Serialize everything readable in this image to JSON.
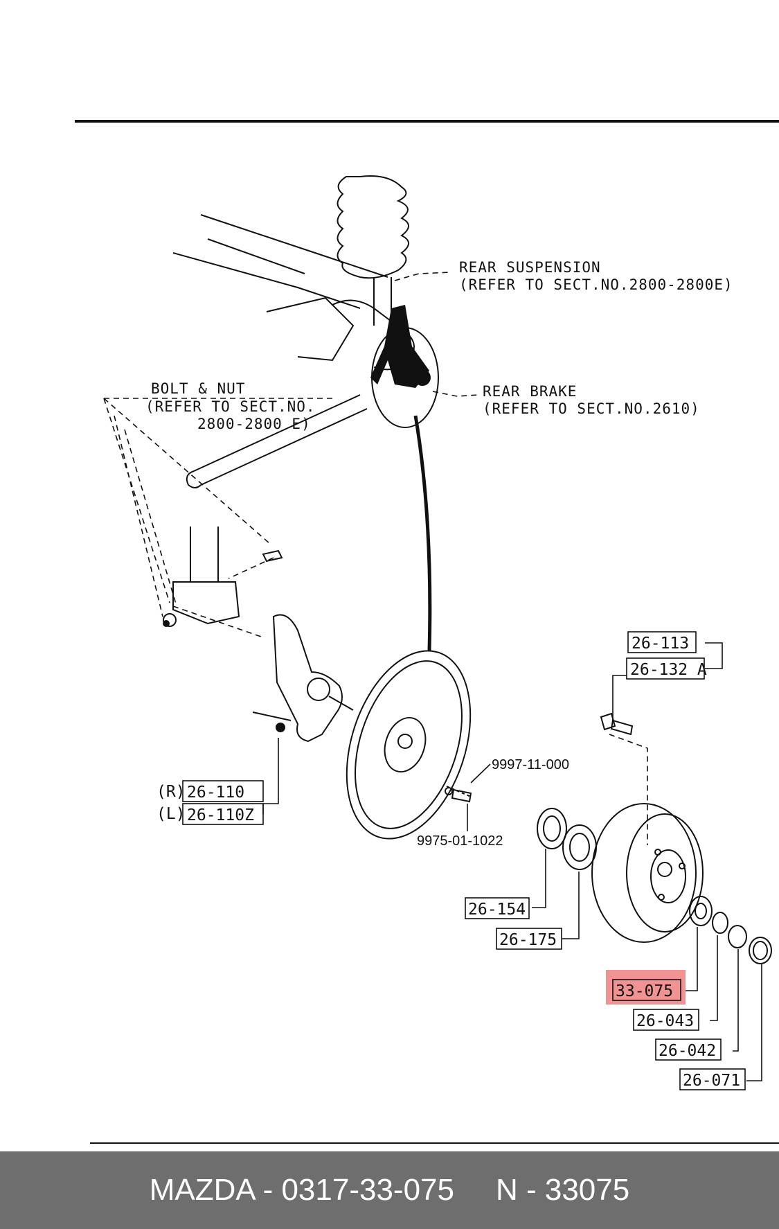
{
  "callouts": {
    "rear_suspension": [
      "REAR SUSPENSION",
      "(REFER TO SECT.NO.2800-2800E)"
    ],
    "rear_brake": [
      "REAR BRAKE",
      "(REFER TO SECT.NO.2610)"
    ],
    "bolt_nut": [
      "BOLT & NUT",
      "(REFER TO SECT.NO.",
      "2800-2800 E)"
    ]
  },
  "parts": {
    "p26_113": "26-113",
    "p26_132a": "26-132 A",
    "p9997": "9997-11-000",
    "p9975": "9975-01-1022",
    "r_label": "(R)",
    "p26_110": "26-110",
    "l_label": "(L)",
    "p26_110z": "26-110Z",
    "p26_154": "26-154",
    "p26_175": "26-175",
    "p33_075": "33-075",
    "p26_043": "26-043",
    "p26_042": "26-042",
    "p26_071": "26-071"
  },
  "highlight_color": "#f08080",
  "footer": {
    "left": "MAZDA - 0317-33-075",
    "right": "N - 33075"
  }
}
